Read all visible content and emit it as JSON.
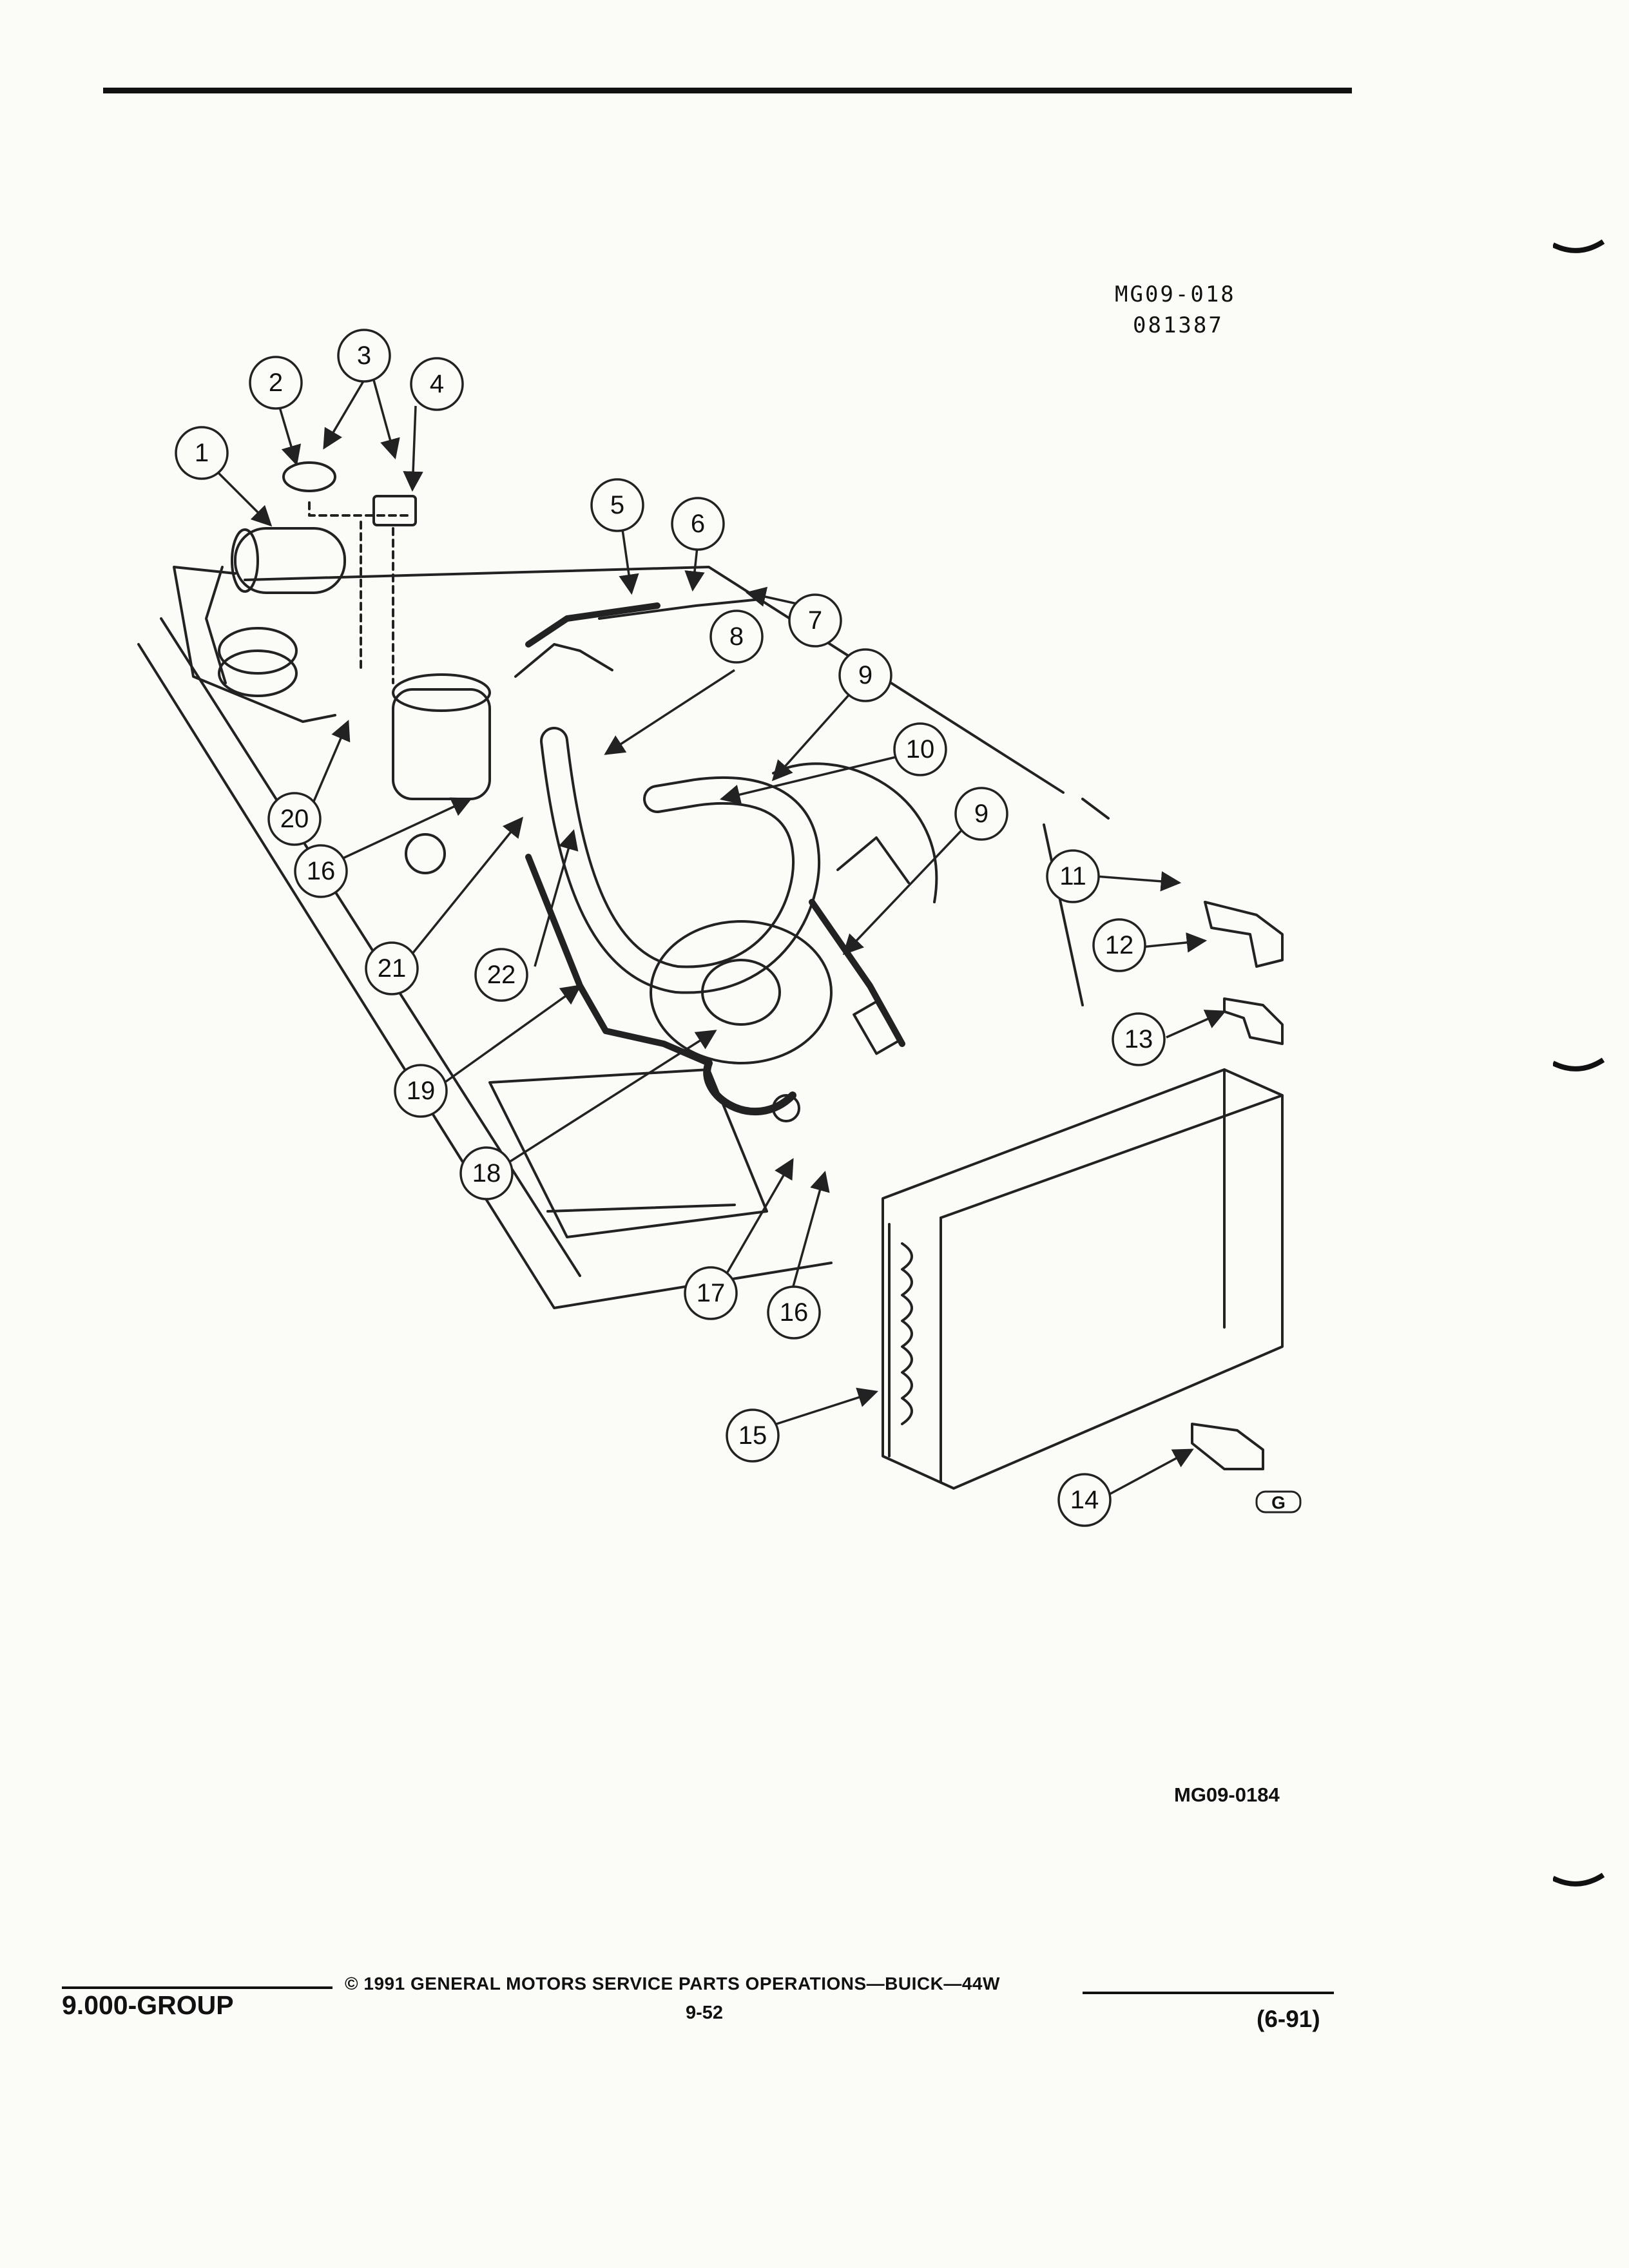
{
  "header": {
    "figure_ref_line1": "MG09-018",
    "figure_ref_line2": "081387"
  },
  "diagram": {
    "subject": "A/C refrigerant system exploded view",
    "callouts": [
      "1",
      "2",
      "3",
      "4",
      "5",
      "6",
      "7",
      "8",
      "9",
      "9",
      "10",
      "11",
      "12",
      "13",
      "14",
      "15",
      "16",
      "16",
      "17",
      "18",
      "19",
      "20",
      "21",
      "22"
    ],
    "brand_mark": "G"
  },
  "figure_code": "MG09-0184",
  "footer": {
    "group": "9.000-GROUP",
    "copyright": "© 1991 GENERAL MOTORS SERVICE PARTS OPERATIONS—BUICK—44W",
    "page": "9-52",
    "revision": "(6-91)"
  }
}
